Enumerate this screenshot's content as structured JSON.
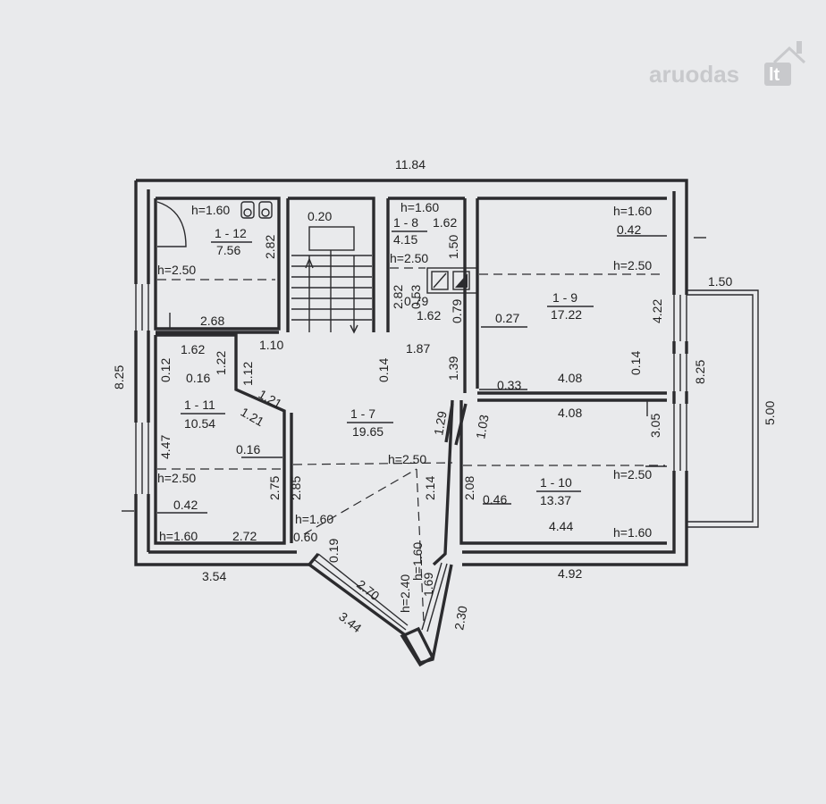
{
  "watermark": {
    "name": "aruodas",
    "tld": "lt"
  },
  "rooms": [
    {
      "id": "1 - 12",
      "area": "7.56"
    },
    {
      "id": "1 - 8",
      "area": "4.15"
    },
    {
      "id": "1 - 9",
      "area": "17.22"
    },
    {
      "id": "1 - 11",
      "area": "10.54"
    },
    {
      "id": "1 - 7",
      "area": "19.65"
    },
    {
      "id": "1 - 10",
      "area": "13.37"
    }
  ],
  "heights": [
    "h=1.60",
    "h=2.50",
    "h=1.60",
    "h=2.50",
    "h=1.60",
    "h=2.50",
    "h=2.50",
    "h=1.60",
    "h=1.60",
    "h=2.50",
    "h=2.50",
    "h=1.60",
    "h=2.40",
    "h=1.60"
  ],
  "dimensions": [
    "11.84",
    "0.20",
    "1.62",
    "1.50",
    "2.82",
    "0.42",
    "1.50",
    "0.53",
    "2.82",
    "0.79",
    "0.79",
    "1.62",
    "2.68",
    "8.25",
    "1.10",
    "1.87",
    "0.27",
    "4.22",
    "8.25",
    "1.62",
    "1.22",
    "0.12",
    "0.16",
    "1.12",
    "0.14",
    "1.21",
    "1.21",
    "1.39",
    "0.33",
    "4.08",
    "0.14",
    "4.08",
    "3.05",
    "5.00",
    "4.47",
    "0.16",
    "1.29",
    "1.03",
    "2.75",
    "2.85",
    "2.14",
    "2.08",
    "0.46",
    "0.42",
    "2.72",
    "0.60",
    "4.44",
    "0.19",
    "1.69",
    "3.54",
    "4.92",
    "2.70",
    "2.30",
    "3.44"
  ]
}
